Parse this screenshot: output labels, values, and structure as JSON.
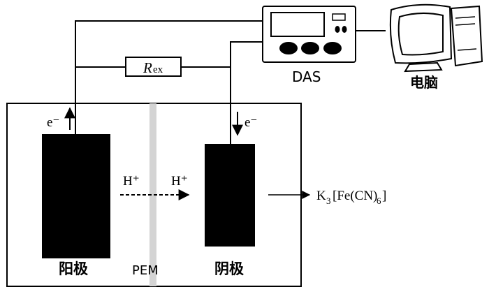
{
  "labels": {
    "resistor_R": "R",
    "resistor_sub": "ex",
    "das": "DAS",
    "computer": "电脑",
    "anode": "阳极",
    "cathode": "阴极",
    "pem": "PEM",
    "electron_left": "e⁻",
    "electron_right": "e⁻",
    "proton_left": "H⁺",
    "proton_right": "H⁺",
    "compound_prefix": "K",
    "compound_sub1": "3",
    "compound_mid": "[Fe(CN)",
    "compound_sub2": "6",
    "compound_suffix": "]"
  },
  "colors": {
    "stroke": "#000000",
    "electrode": "#000000",
    "membrane": "#d4d4d4",
    "background": "#ffffff"
  },
  "icons": {
    "das_device": "data-acquisition-device-icon",
    "computer": "desktop-computer-icon"
  }
}
